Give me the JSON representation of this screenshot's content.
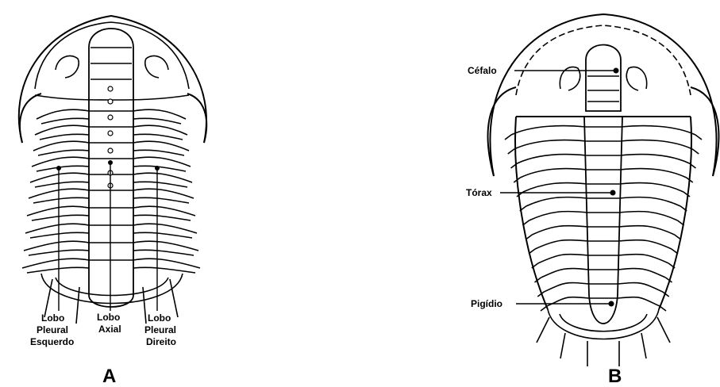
{
  "figure_a": {
    "letter": "A",
    "labels": {
      "left_pleural": [
        "Lobo",
        "Pleural",
        "Esquerdo"
      ],
      "axial": [
        "Lobo",
        "Axial"
      ],
      "right_pleural": [
        "Lobo",
        "Pleural",
        "Direito"
      ]
    }
  },
  "figure_b": {
    "letter": "B",
    "labels": {
      "cephalon": "Céfalo",
      "thorax": "Tórax",
      "pygidium": "Pigídio"
    }
  }
}
